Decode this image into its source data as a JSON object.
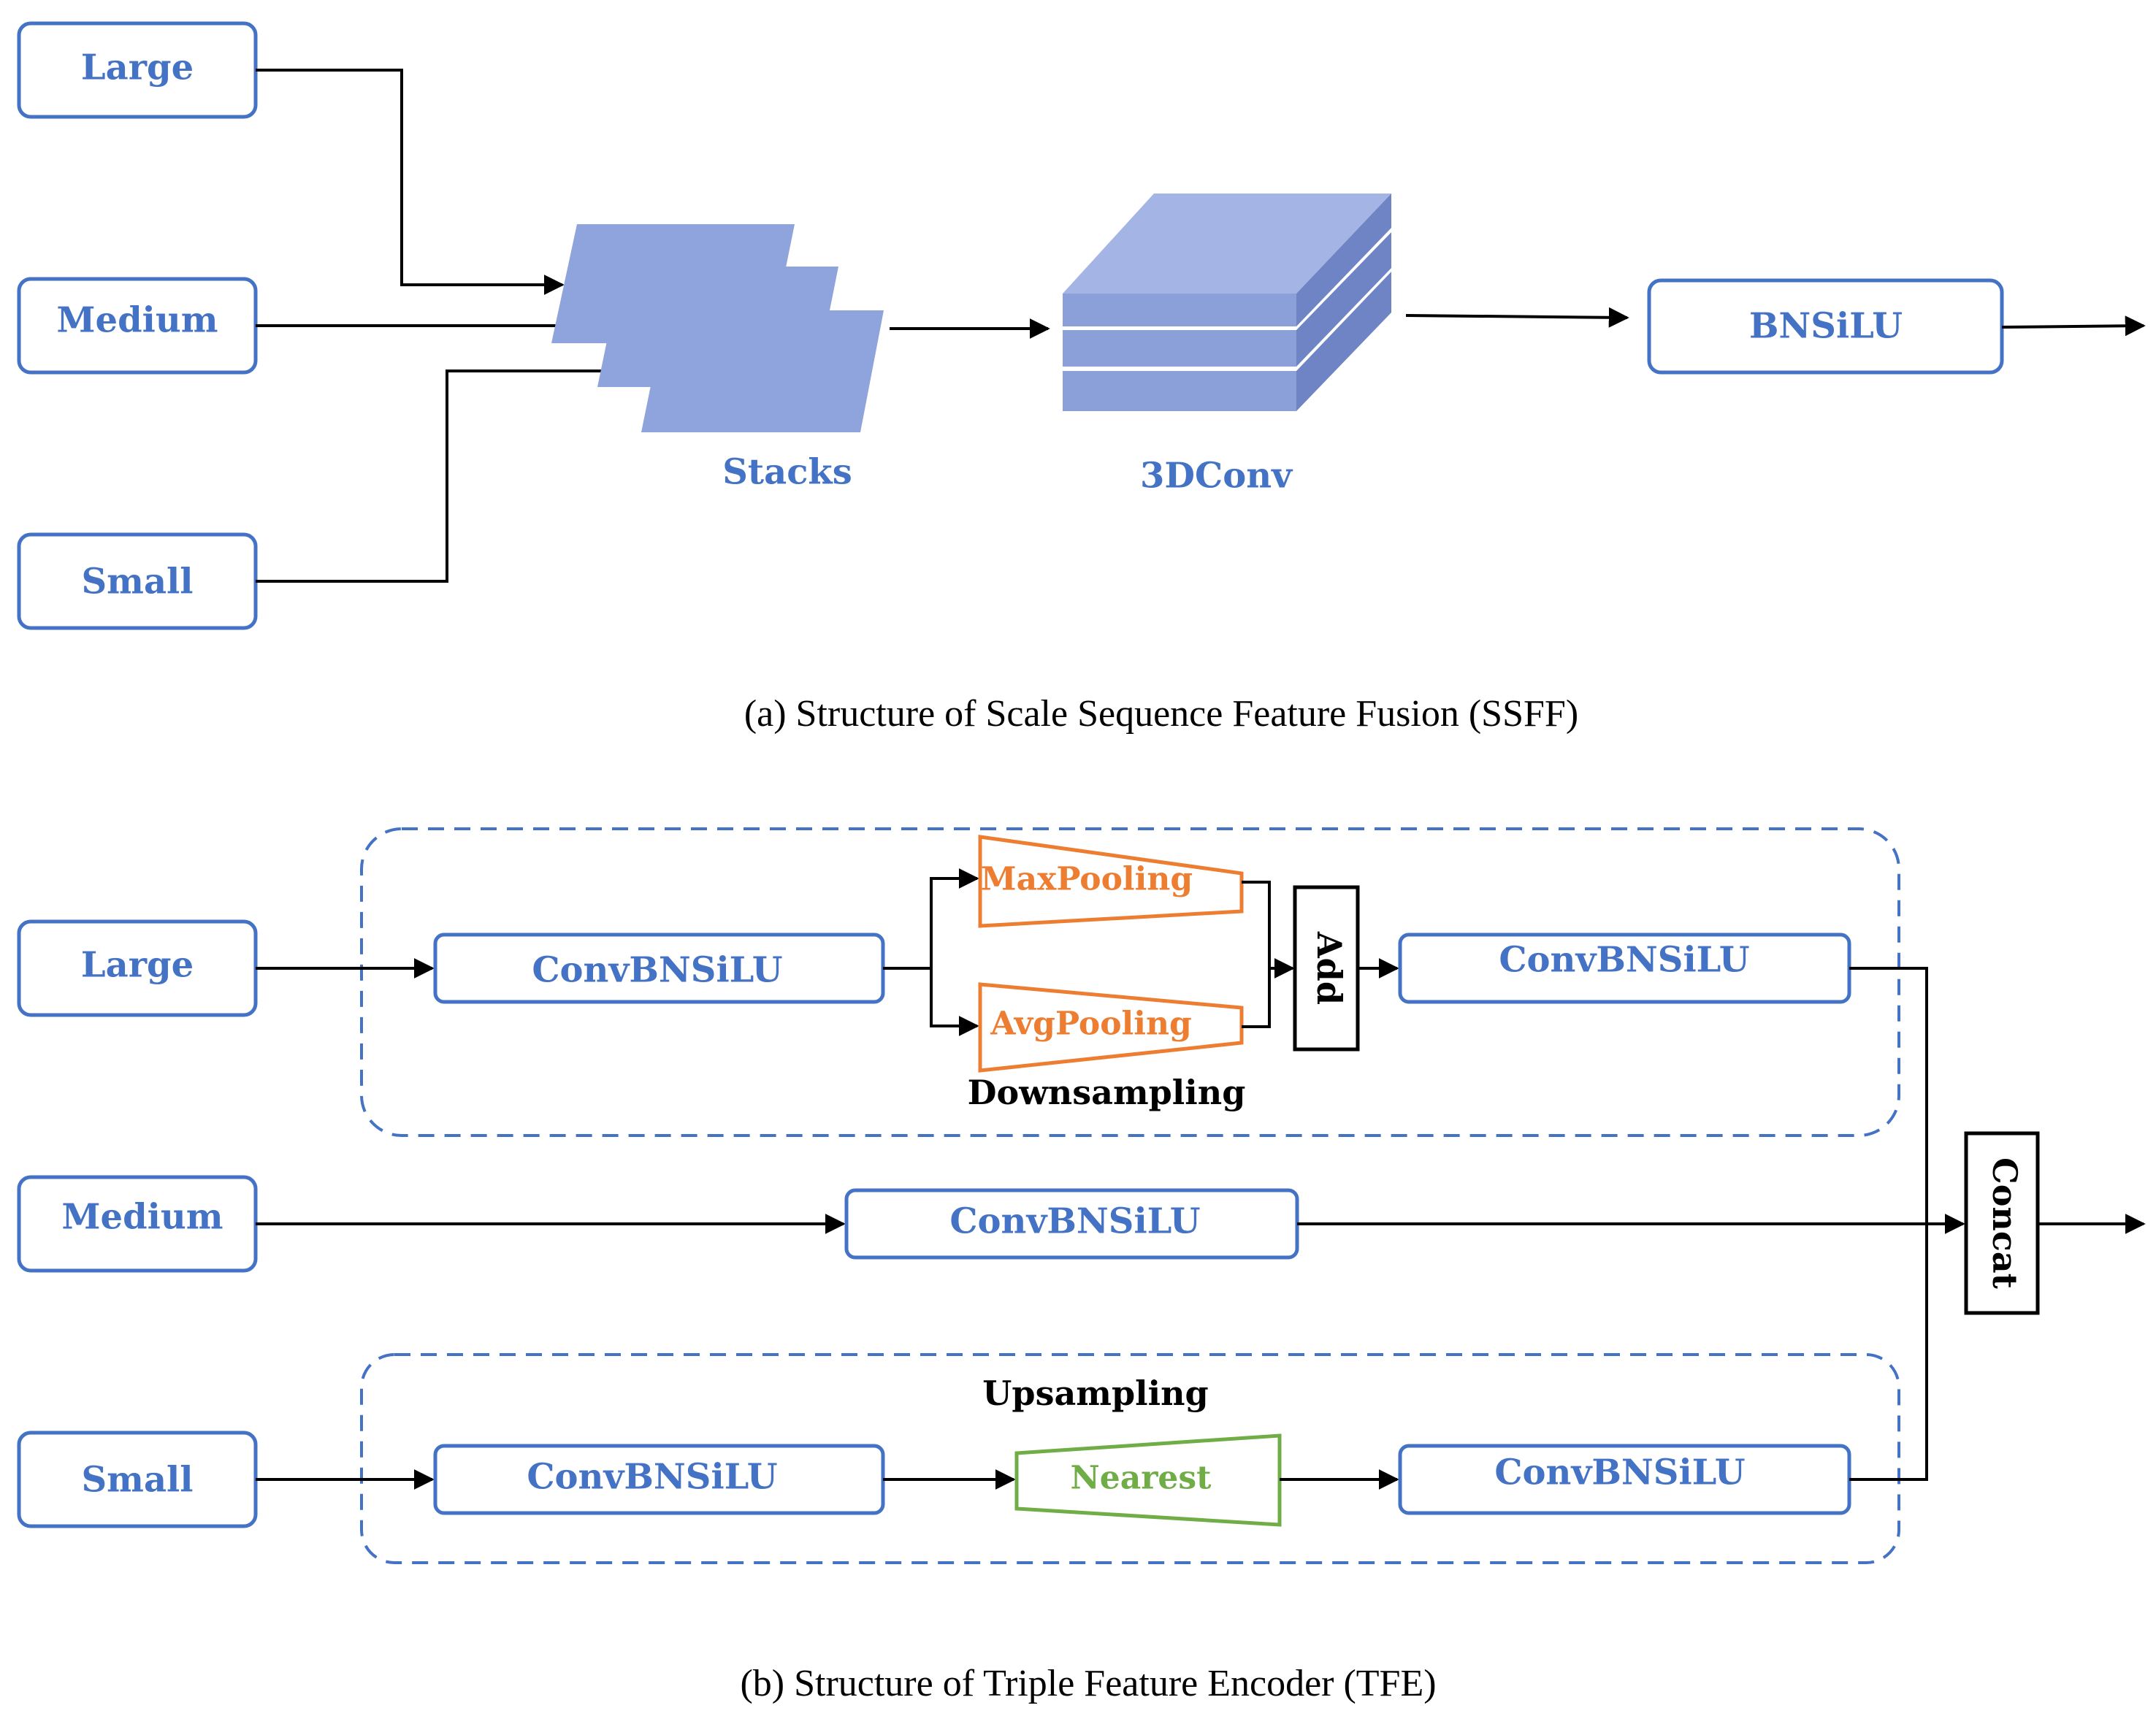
{
  "ssff": {
    "inputs": {
      "large": "Large",
      "medium": "Medium",
      "small": "Small"
    },
    "stacks_label": "Stacks",
    "conv3d_label": "3DConv",
    "bnsilu_label": "BNSiLU",
    "caption": "(a)  Structure of Scale Sequence Feature Fusion (SSFF)"
  },
  "tfe": {
    "inputs": {
      "large": "Large",
      "medium": "Medium",
      "small": "Small"
    },
    "large_branch": {
      "conv_in": "ConvBNSiLU",
      "maxpool": "MaxPooling",
      "avgpool": "AvgPooling",
      "add": "Add",
      "conv_out": "ConvBNSiLU",
      "group_label": "Downsampling"
    },
    "medium_branch": {
      "conv": "ConvBNSiLU"
    },
    "small_branch": {
      "conv_in": "ConvBNSiLU",
      "nearest": "Nearest",
      "conv_out": "ConvBNSiLU",
      "group_label": "Upsampling"
    },
    "concat": "Concat",
    "caption": "(b) Structure of Triple Feature Encoder (TFE)"
  },
  "colors": {
    "blue": "#4472c4",
    "orange": "#ed7d31",
    "green": "#70ad47",
    "stack_fill": "#8fa3dc"
  }
}
